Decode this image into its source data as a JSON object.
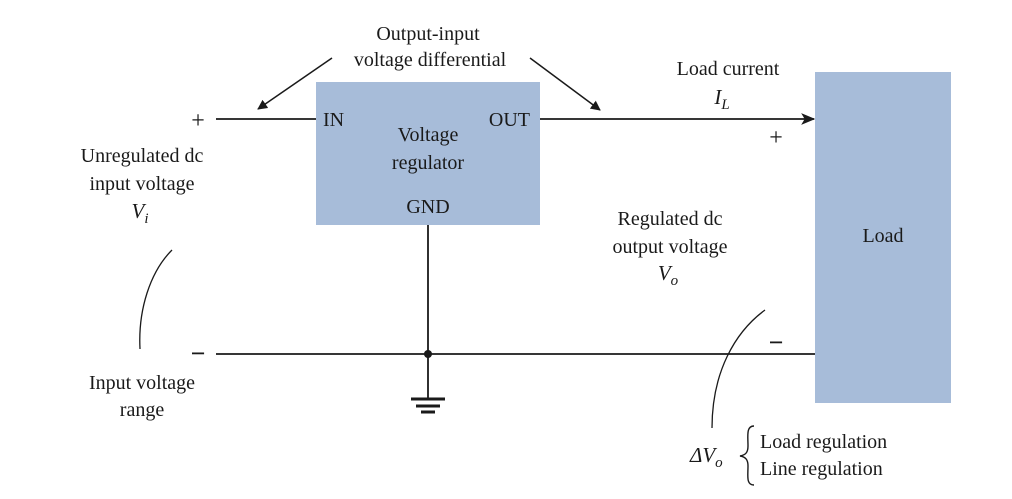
{
  "colors": {
    "block_fill": "#a7bcd9",
    "wire": "#1a1a1a",
    "text": "#1a1a1a"
  },
  "annotations": {
    "differential_line1": "Output-input",
    "differential_line2": "voltage differential",
    "load_current_label": "Load current",
    "load_current_symbol": "I",
    "load_current_sub": "L"
  },
  "regulator": {
    "pin_in": "IN",
    "pin_out": "OUT",
    "pin_gnd": "GND",
    "label_line1": "Voltage",
    "label_line2": "regulator"
  },
  "input_side": {
    "plus": "+",
    "minus": "−",
    "label_line1": "Unregulated dc",
    "label_line2": "input voltage",
    "symbol": "V",
    "symbol_sub": "i",
    "range_line1": "Input voltage",
    "range_line2": "range"
  },
  "output_side": {
    "plus": "+",
    "minus": "−",
    "label_line1": "Regulated dc",
    "label_line2": "output voltage",
    "symbol": "V",
    "symbol_sub": "o"
  },
  "load": {
    "label": "Load"
  },
  "delta": {
    "symbol": "ΔV",
    "sub": "o",
    "item1": "Load regulation",
    "item2": "Line regulation"
  },
  "icons": [
    "ground-icon",
    "junction-dot-icon",
    "arrow-icon"
  ]
}
